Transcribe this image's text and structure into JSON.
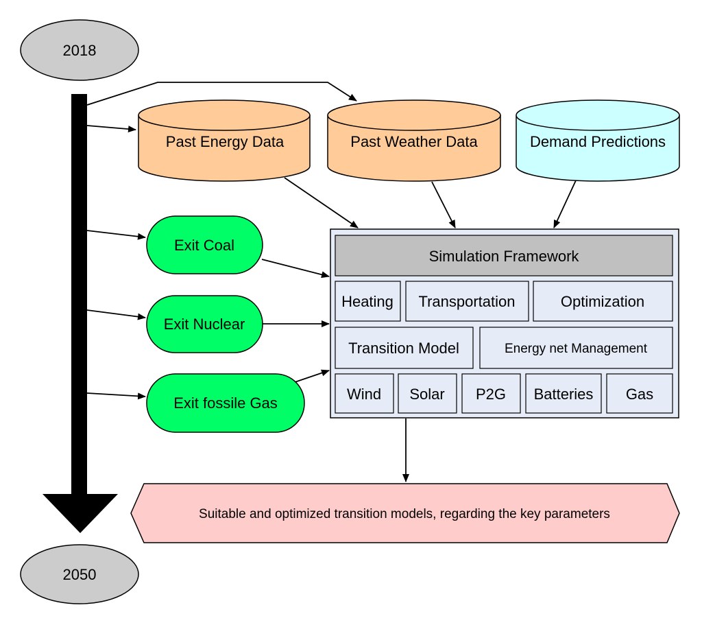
{
  "timeline": {
    "start": "2018",
    "end": "2050"
  },
  "data_sources": {
    "past_energy": "Past Energy Data",
    "past_weather": "Past Weather Data",
    "demand": "Demand Predictions"
  },
  "policies": {
    "coal": "Exit Coal",
    "nuclear": "Exit Nuclear",
    "gas": "Exit fossile Gas"
  },
  "framework": {
    "title": "Simulation Framework",
    "row1": [
      "Heating",
      "Transportation",
      "Optimization"
    ],
    "row2": [
      "Transition Model",
      "Energy net Management"
    ],
    "row3": [
      "Wind",
      "Solar",
      "P2G",
      "Batteries",
      "Gas"
    ]
  },
  "result": "Suitable and optimized transition models, regarding the key parameters",
  "colors": {
    "gray": "#cccccc",
    "orange": "#ffcc99",
    "cyan": "#ccffff",
    "green": "#00ff66",
    "framework_bg": "#e6ecf7",
    "framework_title": "#c0c0c0",
    "pink": "#ffcccc"
  }
}
